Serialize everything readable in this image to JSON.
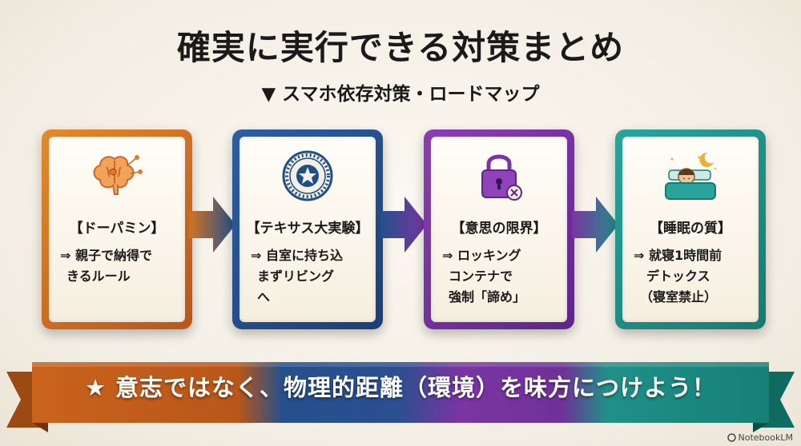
{
  "title": "確実に実行できる対策まとめ",
  "subtitle": "▼ スマホ依存対策・ロードマップ",
  "cards": [
    {
      "icon": "brain-icon",
      "heading": "【ドーパミン】",
      "lines": [
        "⇒ 親子で納得で",
        "きるルール"
      ]
    },
    {
      "icon": "university-seal-icon",
      "heading": "【テキサス大実験】",
      "lines": [
        "⇒ 自室に持ち込",
        "まずリビング",
        "へ"
      ]
    },
    {
      "icon": "lock-icon",
      "heading": "【意思の限界】",
      "lines": [
        "⇒ ロッキング",
        "コンテナで",
        "強制「諦め」"
      ]
    },
    {
      "icon": "sleeping-person-icon",
      "heading": "【睡眠の質】",
      "lines": [
        "⇒ 就寝1時間前",
        "デトックス",
        "（寝室禁止）"
      ]
    }
  ],
  "banner": {
    "text": "★ 意志ではなく、物理的距離（環境）を味方につけよう！"
  },
  "watermark": "NotebookLM",
  "colors": {
    "orange": "#d07225",
    "blue": "#24508c",
    "purple": "#7a35a3",
    "teal": "#209088"
  }
}
